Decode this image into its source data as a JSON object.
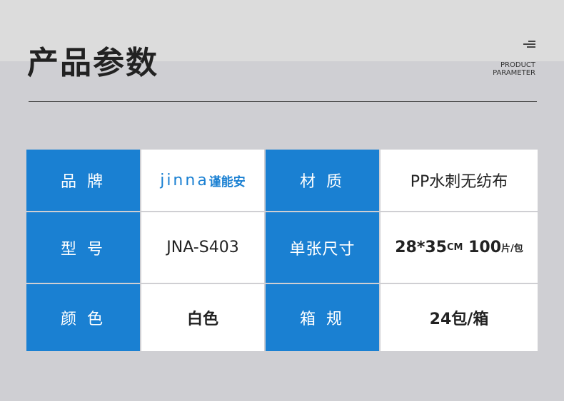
{
  "header": {
    "title": "产品参数",
    "subtitle_line1": "PRODUCT",
    "subtitle_line2": "PARAMETER"
  },
  "colors": {
    "accent": "#1a80d2"
  },
  "table": {
    "brand_label": "品 牌",
    "brand_logo_en": "jinna",
    "brand_logo_cn": "谨能安",
    "material_label": "材 质",
    "material_value": "PP水刺无纺布",
    "model_label": "型 号",
    "model_value": "JNA-S403",
    "size_label": "单张尺寸",
    "size_value": "28*35",
    "size_unit": "CM",
    "size_count": "100",
    "size_per": "片/包",
    "color_label": "颜 色",
    "color_value": "白色",
    "box_label": "箱 规",
    "box_value": "24包/箱"
  }
}
